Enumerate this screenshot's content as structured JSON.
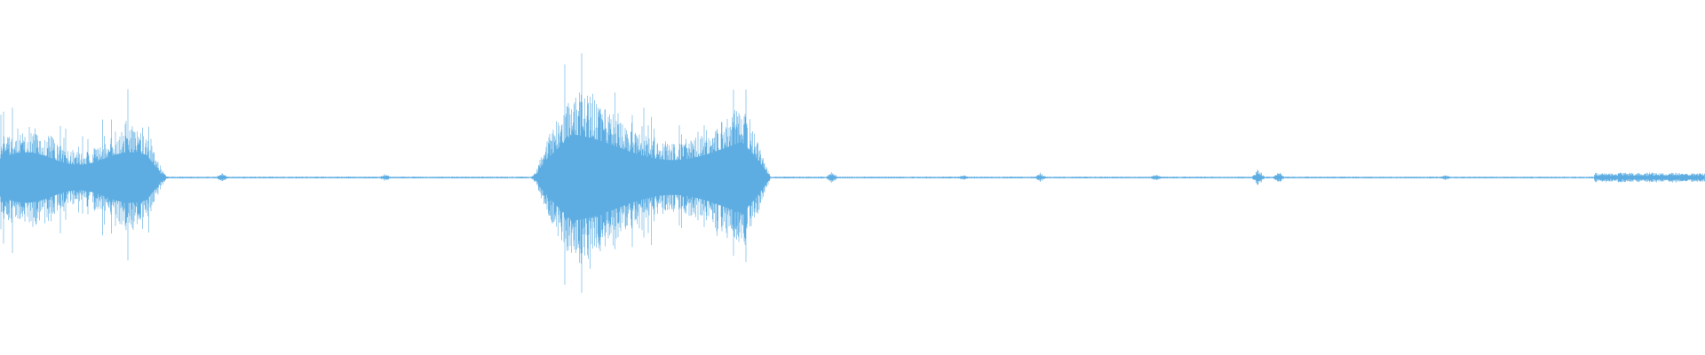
{
  "waveform": {
    "color": "#5DADE2",
    "background": "#FFFFFF",
    "segments": [
      {
        "start": 0.0,
        "end": 0.098,
        "level": 0.55,
        "kind": "burst"
      },
      {
        "start": 0.098,
        "end": 0.31,
        "level": 0.01,
        "kind": "silence"
      },
      {
        "start": 0.31,
        "end": 0.452,
        "level": 0.95,
        "kind": "burst"
      },
      {
        "start": 0.452,
        "end": 0.935,
        "level": 0.01,
        "kind": "silence"
      },
      {
        "start": 0.935,
        "end": 1.0,
        "level": 0.05,
        "kind": "noise"
      }
    ],
    "blips": [
      {
        "at": 0.13,
        "level": 0.05
      },
      {
        "at": 0.226,
        "level": 0.04
      },
      {
        "at": 0.488,
        "level": 0.06
      },
      {
        "at": 0.565,
        "level": 0.03
      },
      {
        "at": 0.61,
        "level": 0.05
      },
      {
        "at": 0.678,
        "level": 0.04
      },
      {
        "at": 0.738,
        "level": 0.1
      },
      {
        "at": 0.75,
        "level": 0.06
      },
      {
        "at": 0.848,
        "level": 0.03
      }
    ]
  }
}
